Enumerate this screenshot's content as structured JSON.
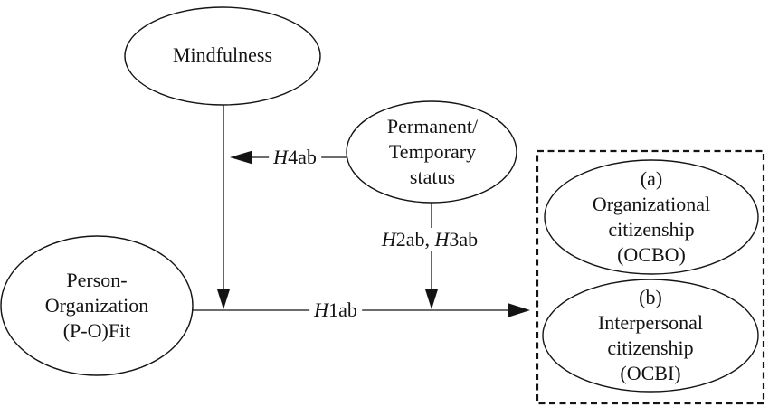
{
  "nodes": {
    "mindfulness": {
      "lines": [
        "Mindfulness"
      ]
    },
    "status": {
      "lines": [
        "Permanent/",
        "Temporary",
        "status"
      ]
    },
    "po_fit": {
      "lines": [
        "Person-",
        "Organization",
        "(P-O)Fit"
      ]
    },
    "ocbo": {
      "lines": [
        "(a)",
        "Organizational",
        "citizenship",
        "(OCBO)"
      ]
    },
    "ocbi": {
      "lines": [
        "(b)",
        "Interpersonal",
        "citizenship",
        "(OCBI)"
      ]
    }
  },
  "hypotheses": {
    "h1": {
      "italic": "H",
      "text": "1ab"
    },
    "h4": {
      "italic": "H",
      "text": "4ab"
    },
    "h2h3": {
      "italic1": "H",
      "text1": "2ab, ",
      "italic2": "H",
      "text2": "3ab"
    }
  },
  "colors": {
    "stroke": "#141414",
    "background": "#ffffff"
  }
}
